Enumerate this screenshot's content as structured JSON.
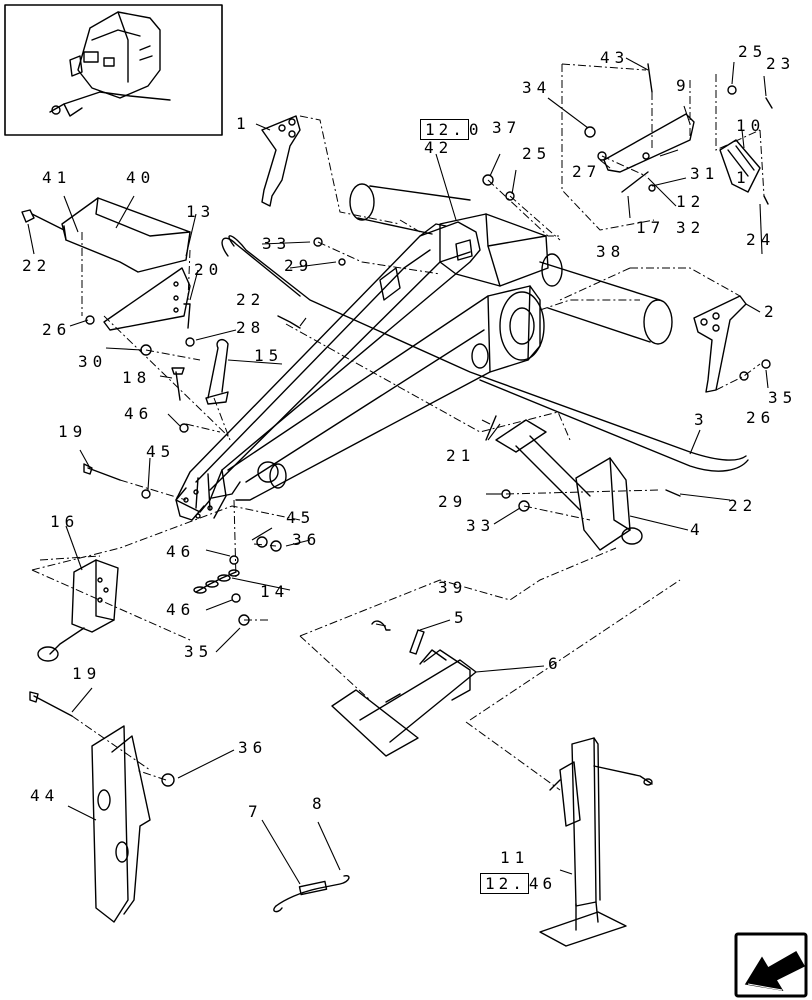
{
  "diagram": {
    "callouts": [
      {
        "id": "c1",
        "text": "1"
      },
      {
        "id": "c2",
        "text": "2"
      },
      {
        "id": "c3",
        "text": "3"
      },
      {
        "id": "c4",
        "text": "4"
      },
      {
        "id": "c5",
        "text": "5"
      },
      {
        "id": "c6",
        "text": "6"
      },
      {
        "id": "c7",
        "text": "7"
      },
      {
        "id": "c8",
        "text": "8"
      },
      {
        "id": "c9",
        "text": "9"
      },
      {
        "id": "c10",
        "text": "10"
      },
      {
        "id": "c11",
        "text": "11"
      },
      {
        "id": "c12",
        "text": "12"
      },
      {
        "id": "c13",
        "text": "13"
      },
      {
        "id": "c14",
        "text": "14"
      },
      {
        "id": "c15",
        "text": "15"
      },
      {
        "id": "c16",
        "text": "16"
      },
      {
        "id": "c16b",
        "text": "1"
      },
      {
        "id": "c17",
        "text": "17"
      },
      {
        "id": "c18",
        "text": "18"
      },
      {
        "id": "c19a",
        "text": "19"
      },
      {
        "id": "c19b",
        "text": "19"
      },
      {
        "id": "c20",
        "text": "20"
      },
      {
        "id": "c21",
        "text": "21"
      },
      {
        "id": "c22a",
        "text": "22"
      },
      {
        "id": "c22b",
        "text": "22"
      },
      {
        "id": "c22c",
        "text": "22"
      },
      {
        "id": "c23",
        "text": "23"
      },
      {
        "id": "c24",
        "text": "24"
      },
      {
        "id": "c25a",
        "text": "25"
      },
      {
        "id": "c25b",
        "text": "25"
      },
      {
        "id": "c26a",
        "text": "26"
      },
      {
        "id": "c26b",
        "text": "26"
      },
      {
        "id": "c27",
        "text": "27"
      },
      {
        "id": "c28",
        "text": "28"
      },
      {
        "id": "c29a",
        "text": "29"
      },
      {
        "id": "c29b",
        "text": "29"
      },
      {
        "id": "c30",
        "text": "30"
      },
      {
        "id": "c31",
        "text": "31"
      },
      {
        "id": "c32",
        "text": "32"
      },
      {
        "id": "c33a",
        "text": "33"
      },
      {
        "id": "c33b",
        "text": "33"
      },
      {
        "id": "c34",
        "text": "34"
      },
      {
        "id": "c35a",
        "text": "35"
      },
      {
        "id": "c35b",
        "text": "35"
      },
      {
        "id": "c36a",
        "text": "36"
      },
      {
        "id": "c36b",
        "text": "36"
      },
      {
        "id": "c37",
        "text": "37"
      },
      {
        "id": "c38",
        "text": "38"
      },
      {
        "id": "c39",
        "text": "39"
      },
      {
        "id": "c40",
        "text": "40"
      },
      {
        "id": "c41",
        "text": "41"
      },
      {
        "id": "c42",
        "text": "42"
      },
      {
        "id": "c43",
        "text": "43"
      },
      {
        "id": "c44",
        "text": "44"
      },
      {
        "id": "c45a",
        "text": "45"
      },
      {
        "id": "c45b",
        "text": "45"
      },
      {
        "id": "c46a",
        "text": "46"
      },
      {
        "id": "c46b",
        "text": "46"
      },
      {
        "id": "c46c",
        "text": "46"
      }
    ],
    "references": [
      {
        "id": "r1",
        "box": "12.",
        "suffix": "0"
      },
      {
        "id": "r2",
        "box": "12.",
        "suffix": "46"
      }
    ]
  },
  "nav": {
    "icon": "previous-arrow-icon"
  }
}
